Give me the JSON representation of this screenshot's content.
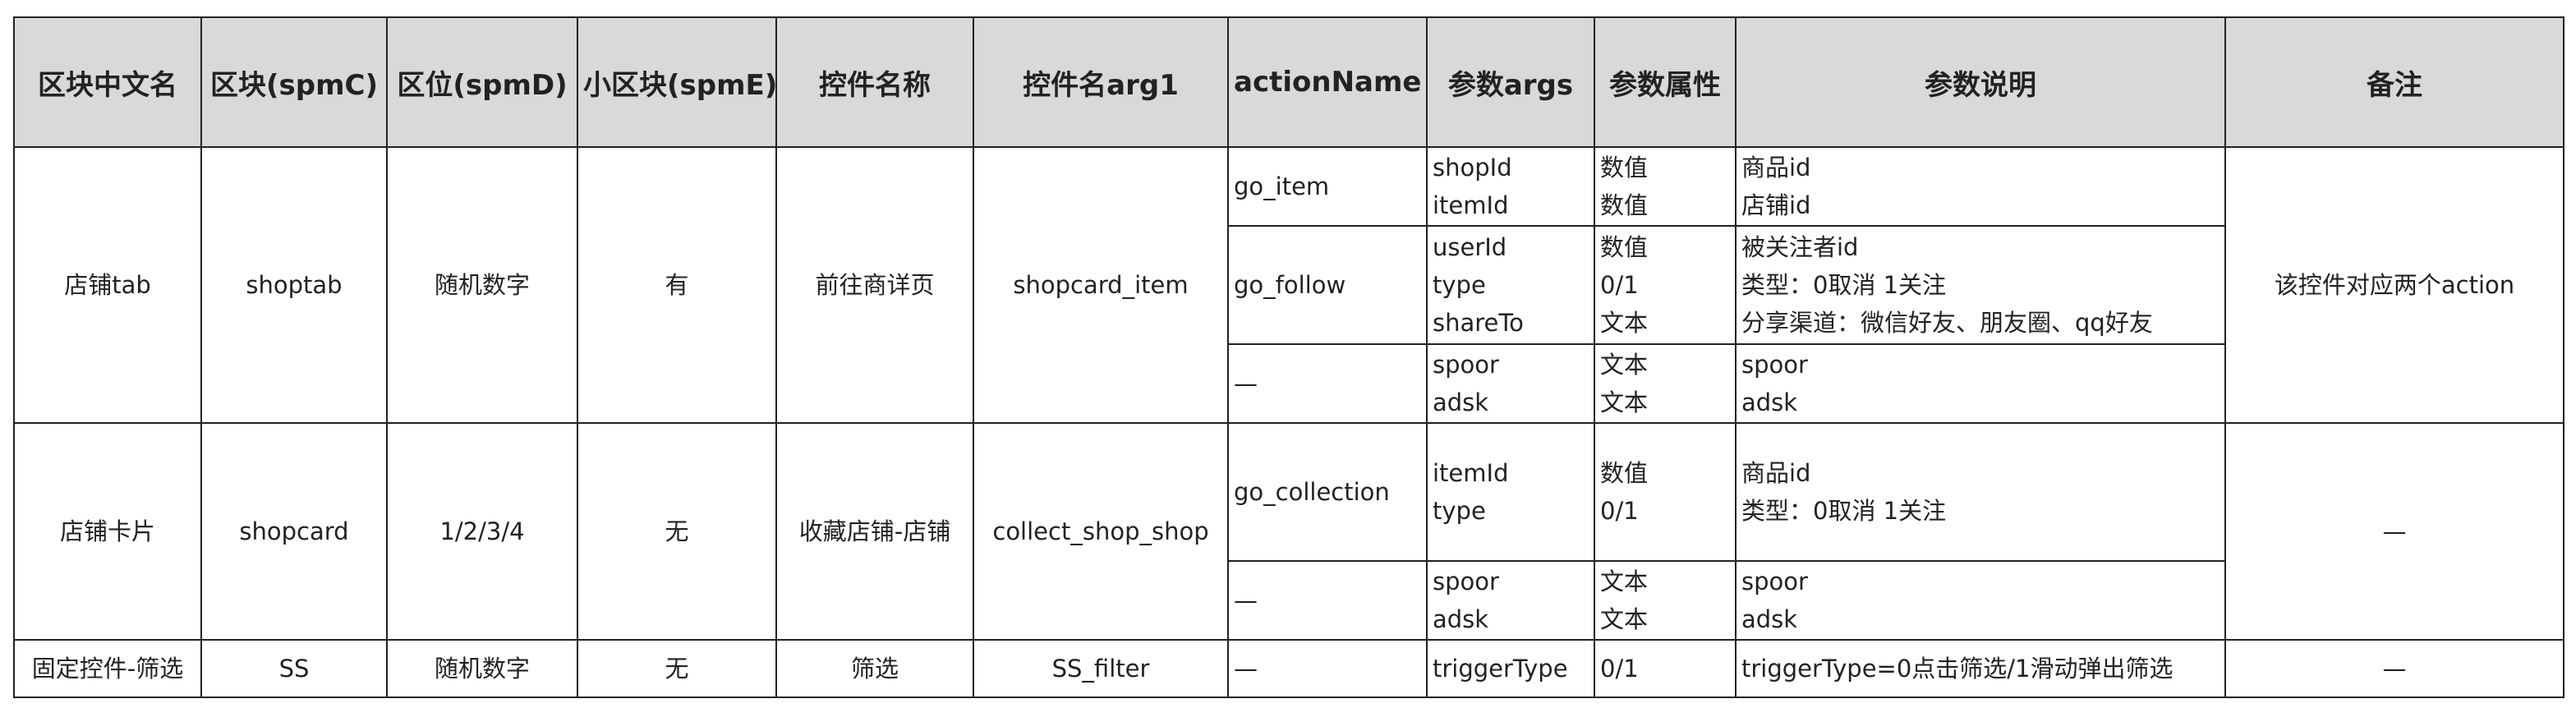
{
  "headers": [
    "区块中文名",
    "区块(spmC)",
    "区位(spmD)",
    "小区块(spmE)",
    "控件名称",
    "控件名arg1",
    "actionName",
    "参数args",
    "参数属性",
    "参数说明",
    "备注"
  ],
  "rows": [
    {
      "cn_name": "店铺tab",
      "spmC": "shoptab",
      "spmD": "随机数字",
      "spmE": "有",
      "control_name": "前往商详页",
      "arg1": "shopcard_item",
      "remark": "该控件对应两个action",
      "actions": [
        {
          "name": "go_item",
          "args": [
            "shopId",
            "itemId"
          ],
          "attrs": [
            "数值",
            "数值"
          ],
          "desc": [
            "商品id",
            "店铺id"
          ]
        },
        {
          "name": "go_follow",
          "args": [
            "userId",
            "type",
            "shareTo"
          ],
          "attrs": [
            "数值",
            "0/1",
            "文本"
          ],
          "desc": [
            "被关注者id",
            "类型：0取消 1关注",
            "分享渠道：微信好友、朋友圈、qq好友"
          ]
        },
        {
          "name": "—",
          "args": [
            "spoor",
            "adsk"
          ],
          "attrs": [
            "文本",
            "文本"
          ],
          "desc": [
            "spoor",
            "adsk"
          ]
        }
      ]
    },
    {
      "cn_name": "店铺卡片",
      "spmC": "shopcard",
      "spmD": "1/2/3/4",
      "spmE": "无",
      "control_name": "收藏店铺-店铺",
      "arg1": "collect_shop_shop",
      "remark": "—",
      "actions": [
        {
          "name": "go_collection",
          "args": [
            "itemId",
            "type"
          ],
          "attrs": [
            "数值",
            "0/1"
          ],
          "desc": [
            "商品id",
            "类型：0取消 1关注"
          ]
        },
        {
          "name": "—",
          "args": [
            "spoor",
            "adsk"
          ],
          "attrs": [
            "文本",
            "文本"
          ],
          "desc": [
            "spoor",
            "adsk"
          ]
        }
      ]
    },
    {
      "cn_name": "固定控件-筛选",
      "spmC": "SS",
      "spmD": "随机数字",
      "spmE": "无",
      "control_name": "筛选",
      "arg1": "SS_filter",
      "remark": "—",
      "actions": [
        {
          "name": "—",
          "args": [
            "triggerType"
          ],
          "attrs": [
            "0/1"
          ],
          "desc": [
            "triggerType=0点击筛选/1滑动弹出筛选"
          ]
        }
      ]
    }
  ]
}
